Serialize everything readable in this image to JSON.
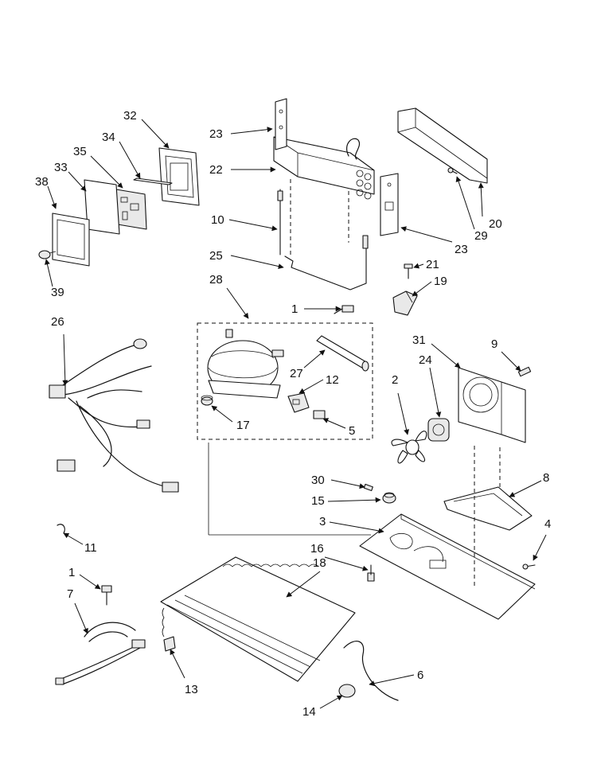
{
  "diagram": {
    "callouts": [
      {
        "key": "c32",
        "label": "32"
      },
      {
        "key": "c34",
        "label": "34"
      },
      {
        "key": "c35",
        "label": "35"
      },
      {
        "key": "c33",
        "label": "33"
      },
      {
        "key": "c38",
        "label": "38"
      },
      {
        "key": "c39",
        "label": "39"
      },
      {
        "key": "c23a",
        "label": "23"
      },
      {
        "key": "c22",
        "label": "22"
      },
      {
        "key": "c10",
        "label": "10"
      },
      {
        "key": "c25",
        "label": "25"
      },
      {
        "key": "c28",
        "label": "28"
      },
      {
        "key": "c20",
        "label": "20"
      },
      {
        "key": "c29",
        "label": "29"
      },
      {
        "key": "c23b",
        "label": "23"
      },
      {
        "key": "c21",
        "label": "21"
      },
      {
        "key": "c19",
        "label": "19"
      },
      {
        "key": "c1a",
        "label": "1"
      },
      {
        "key": "c26",
        "label": "26"
      },
      {
        "key": "c27",
        "label": "27"
      },
      {
        "key": "c12",
        "label": "12"
      },
      {
        "key": "c17",
        "label": "17"
      },
      {
        "key": "c5",
        "label": "5"
      },
      {
        "key": "c31",
        "label": "31"
      },
      {
        "key": "c9",
        "label": "9"
      },
      {
        "key": "c24",
        "label": "24"
      },
      {
        "key": "c2",
        "label": "2"
      },
      {
        "key": "c30",
        "label": "30"
      },
      {
        "key": "c8",
        "label": "8"
      },
      {
        "key": "c15",
        "label": "15"
      },
      {
        "key": "c3",
        "label": "3"
      },
      {
        "key": "c4",
        "label": "4"
      },
      {
        "key": "c16",
        "label": "16"
      },
      {
        "key": "c11",
        "label": "11"
      },
      {
        "key": "c18",
        "label": "18"
      },
      {
        "key": "c1b",
        "label": "1"
      },
      {
        "key": "c7",
        "label": "7"
      },
      {
        "key": "c6",
        "label": "6"
      },
      {
        "key": "c13",
        "label": "13"
      },
      {
        "key": "c14",
        "label": "14"
      }
    ]
  }
}
